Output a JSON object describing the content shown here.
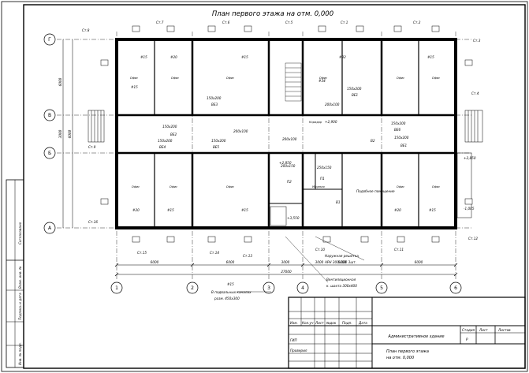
{
  "drawing": {
    "title": "План первого этажа на отм. 0,000",
    "project_name": "Административное здание",
    "sheet_name_line1": "План первого этажа",
    "sheet_name_line2": "на отм. 0,000",
    "stage_value": "Р"
  },
  "stamp": {
    "columns": [
      "Изм.",
      "Кол.уч",
      "Лист",
      "№док",
      "Подп.",
      "Дата"
    ],
    "row_labels": [
      "ГИП",
      "Проверил"
    ],
    "right_headers": [
      "Стадия",
      "Лист",
      "Листов"
    ]
  },
  "left_margin": {
    "labels": [
      "Согласовано",
      "Взам. инв. №",
      "Подпись и дата",
      "Инв. № подл."
    ]
  },
  "axes": {
    "vertical": [
      "1",
      "2",
      "3",
      "4",
      "5",
      "6"
    ],
    "horizontal": [
      "Г",
      "В",
      "Б",
      "А"
    ]
  },
  "dimensions": {
    "spans": [
      "6000",
      "6000",
      "3000",
      "3000",
      "6000",
      "6000"
    ],
    "total": "27000",
    "side": [
      "6000",
      "3000",
      "6000"
    ]
  },
  "wall_tags": [
    "Ст.8",
    "Ст.7",
    "Ст.6",
    "Ст.5",
    "Ст.1",
    "Ст.2",
    "Ст.3",
    "Ст.4",
    "Ст.9",
    "Ст.16",
    "Ст.15",
    "Ст.14",
    "Ст.13",
    "Ст.10",
    "Ст.11",
    "Ст.12"
  ],
  "rooms": {
    "office": "Офис",
    "corridor": "Коридор",
    "toilet": "Уборная"
  },
  "annotations": {
    "vent_upper": [
      "150x200",
      "ВЕ3",
      "150x200",
      "ВЕ2",
      "150x200",
      "ВЕ4",
      "150x200",
      "ВЕ5",
      "150x200",
      "ВЕ1",
      "150x200",
      "ВЕ6",
      "150x200",
      "ВЕ1"
    ],
    "duct_sizes": [
      "200x100",
      "200x100",
      "200x150",
      "200x100",
      "250x150"
    ],
    "riser_tags": [
      "#15",
      "#20",
      "#15",
      "#15",
      "#34",
      "#32",
      "#15",
      "#20",
      "#15",
      "#15",
      "#20",
      "#15"
    ],
    "level_marks": [
      "+2,900",
      "+2,850",
      "+3,550",
      "+2,850",
      "-1,005"
    ],
    "note_air": [
      "Наружная решетка",
      "АРН 300х300 3шт."
    ],
    "note_shaft": [
      "Вентиляционная",
      "к. шахта 300х400"
    ],
    "note_basement": [
      "#15",
      "В подвальных каналах",
      "разм. 450x300"
    ],
    "note_units": [
      "П1",
      "П2",
      "В1",
      "В2"
    ],
    "note_under": "Подобное помещение"
  }
}
